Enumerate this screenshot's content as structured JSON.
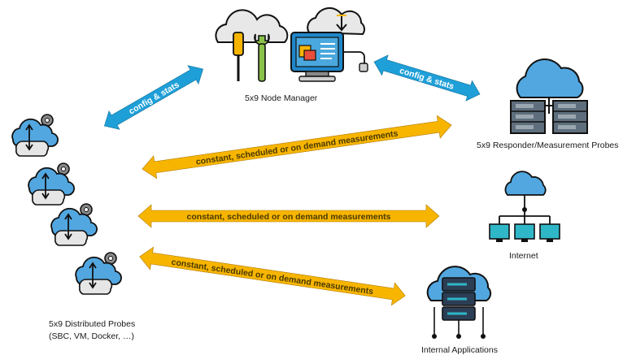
{
  "nodes": {
    "node_manager": {
      "label": "5x9 Node Manager"
    },
    "responder": {
      "label": "5x9 Responder/Measurement Probes"
    },
    "internet": {
      "label": "Internet"
    },
    "internal_apps": {
      "label": "Internal Applications"
    },
    "probes": {
      "label_line1": "5x9 Distributed Probes",
      "label_line2": "(SBC, VM, Docker, …)"
    }
  },
  "arrows": {
    "config_left": {
      "label": "config & stats"
    },
    "config_right": {
      "label": "config & stats"
    },
    "measure_1": {
      "label": "constant, scheduled or on demand measurements"
    },
    "measure_2": {
      "label": "constant, scheduled or on demand measurements"
    },
    "measure_3": {
      "label": "constant, scheduled or on demand measurements"
    }
  },
  "colors": {
    "config_arrow": "#1e9fd8",
    "measure_arrow": "#f7b500",
    "cloud_fill": "#52a7e0",
    "outline": "#111111",
    "server_fill": "#5e6e7c",
    "arrow_text": "#ffffff",
    "measure_text": "#4a3a00"
  },
  "icons": {
    "node_manager": "tools-and-monitor-cloud-icon",
    "responder": "cloud-server-rack-icon",
    "internet": "cloud-network-tree-icon",
    "internal_apps": "cloud-database-icon",
    "probe": "cloud-gear-sync-icon"
  }
}
